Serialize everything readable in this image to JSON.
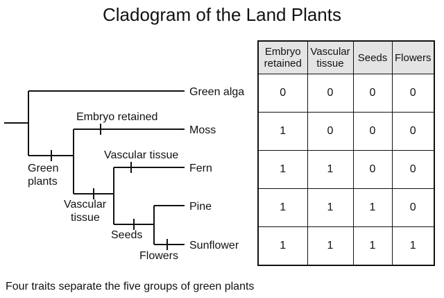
{
  "title": "Cladogram of the Land Plants",
  "caption": "Four traits separate the five groups of green plants",
  "cladogram": {
    "taxa": [
      "Green alga",
      "Moss",
      "Fern",
      "Pine",
      "Sunflower"
    ],
    "traits": {
      "green_plants": [
        "Green",
        "plants"
      ],
      "embryo": "Embryo retained",
      "vascular_upper": "Vascular tissue",
      "vascular_lower": [
        "Vascular",
        "tissue"
      ],
      "seeds": "Seeds",
      "flowers": "Flowers"
    }
  },
  "table": {
    "headers": [
      [
        "Embryo",
        "retained"
      ],
      [
        "Vascular",
        "tissue"
      ],
      [
        "Seeds"
      ],
      [
        "Flowers"
      ]
    ],
    "rows": [
      [
        "0",
        "0",
        "0",
        "0"
      ],
      [
        "1",
        "0",
        "0",
        "0"
      ],
      [
        "1",
        "1",
        "0",
        "0"
      ],
      [
        "1",
        "1",
        "1",
        "0"
      ],
      [
        "1",
        "1",
        "1",
        "1"
      ]
    ]
  }
}
